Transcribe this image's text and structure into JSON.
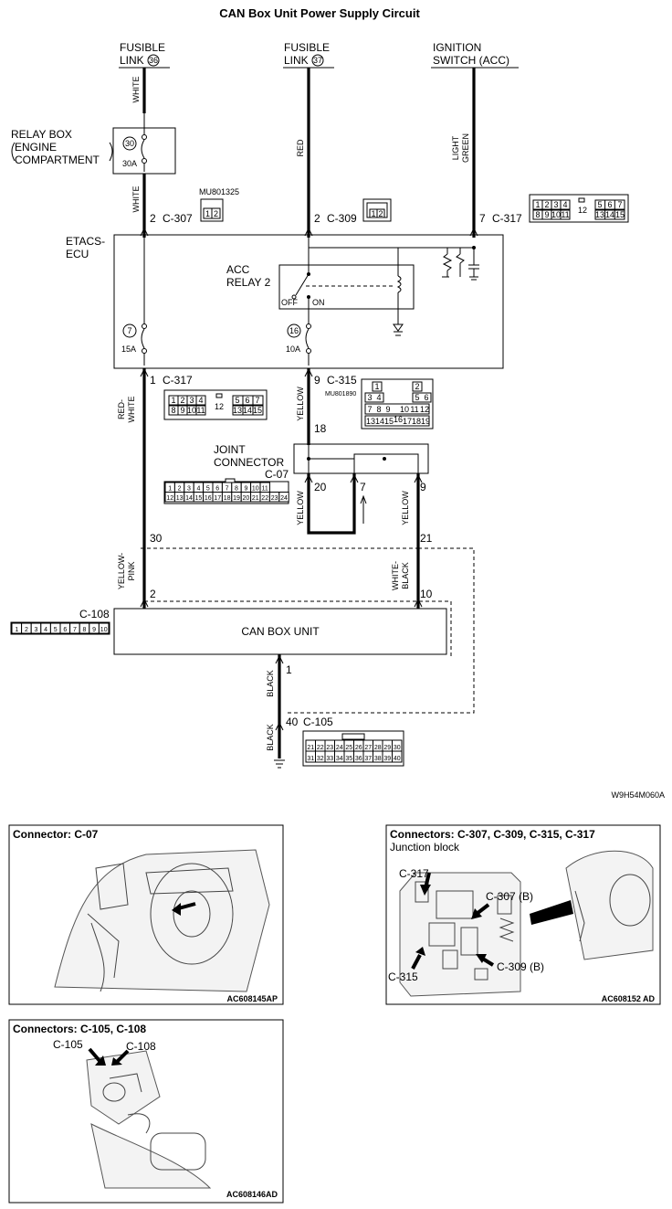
{
  "title": "CAN Box Unit Power Supply Circuit",
  "diagram_code": "W9H54M060A",
  "sources": {
    "fusible_link_36": {
      "line1": "FUSIBLE",
      "line2": "LINK",
      "num": "36"
    },
    "fusible_link_37": {
      "line1": "FUSIBLE",
      "line2": "LINK",
      "num": "37"
    },
    "ignition": {
      "line1": "IGNITION",
      "line2": "SWITCH (ACC)"
    }
  },
  "relay_box": {
    "line1": "RELAY BOX",
    "line2": "ENGINE",
    "line3": "COMPARTMENT",
    "fuse_num": "30",
    "fuse_amp": "30A"
  },
  "etacs": {
    "line1": "ETACS-",
    "line2": "ECU"
  },
  "acc_relay": {
    "line1": "ACC",
    "line2": "RELAY 2",
    "off": "OFF",
    "on": "ON"
  },
  "fuse7": {
    "num": "7",
    "amp": "15A"
  },
  "fuse16": {
    "num": "16",
    "amp": "10A"
  },
  "wires": {
    "white": "WHITE",
    "red": "RED",
    "light_green_1": "LIGHT",
    "light_green_2": "GREEN",
    "red_white_1": "RED-",
    "red_white_2": "WHITE",
    "yellow": "YELLOW",
    "yellow_pink_1": "YELLOW-",
    "yellow_pink_2": "PINK",
    "white_black_1": "WHITE-",
    "white_black_2": "BLACK",
    "black": "BLACK"
  },
  "pins": {
    "c307": {
      "pin": "2",
      "conn": "C-307"
    },
    "c309": {
      "pin": "2",
      "conn": "C-309"
    },
    "c317_top": {
      "pin": "7",
      "conn": "C-317"
    },
    "c317_bot": {
      "pin": "1",
      "conn": "C-317"
    },
    "c315": {
      "pin": "9",
      "conn": "C-315"
    },
    "j18": "18",
    "j20": "20",
    "j7": "7",
    "j9": "9",
    "p30": "30",
    "p21": "21",
    "p2": "2",
    "p10": "10",
    "p1": "1",
    "c105": {
      "pin": "40",
      "conn": "C-105"
    },
    "c108": "C-108"
  },
  "part_numbers": {
    "mu801325": "MU801325",
    "mu801890": "MU801890"
  },
  "joint_connector": {
    "line1": "JOINT",
    "line2": "CONNECTOR",
    "conn": "C-07"
  },
  "can_box": "CAN BOX UNIT",
  "connector_faces": {
    "c307": [
      "1",
      "2"
    ],
    "c309": [
      "1",
      "2"
    ],
    "c317_row1": [
      "1",
      "2",
      "3",
      "4",
      "",
      "5",
      "6",
      "7"
    ],
    "c317_row2": [
      "8",
      "9",
      "10",
      "11",
      "12",
      "13",
      "14",
      "15"
    ],
    "c315_row1": [
      "1",
      "2"
    ],
    "c315_row2": [
      "3",
      "4",
      "5",
      "6"
    ],
    "c315_row3": [
      "7",
      "8",
      "9",
      "10",
      "11",
      "12"
    ],
    "c315_row4": [
      "13",
      "14",
      "15",
      "16",
      "17",
      "18",
      "19"
    ],
    "c07_row1": [
      "1",
      "2",
      "3",
      "4",
      "5",
      "6",
      "7",
      "8",
      "9",
      "10",
      "11"
    ],
    "c07_row2": [
      "12",
      "13",
      "14",
      "15",
      "16",
      "17",
      "18",
      "19",
      "20",
      "21",
      "22",
      "23",
      "24"
    ],
    "c108_row": [
      "1",
      "2",
      "3",
      "4",
      "5",
      "6",
      "7",
      "8",
      "9",
      "10"
    ],
    "c105_row1": [
      "21",
      "22",
      "23",
      "24",
      "25",
      "26",
      "27",
      "28",
      "29",
      "30"
    ],
    "c105_row2": [
      "31",
      "32",
      "33",
      "34",
      "35",
      "36",
      "37",
      "38",
      "39",
      "40"
    ]
  },
  "locators": {
    "c07": {
      "title": "Connector: C-07",
      "code": "AC608145AP"
    },
    "jb": {
      "title": "Connectors: C-307, C-309, C-315, C-317",
      "subtitle": "Junction block",
      "l_c317": "C-317",
      "l_c307": "C-307 (B)",
      "l_c315": "C-315",
      "l_c309": "C-309 (B)",
      "code": "AC608152 AD"
    },
    "c105": {
      "title": "Connectors: C-105, C-108",
      "l_c105": "C-105",
      "l_c108": "C-108",
      "code": "AC608146AD"
    }
  }
}
